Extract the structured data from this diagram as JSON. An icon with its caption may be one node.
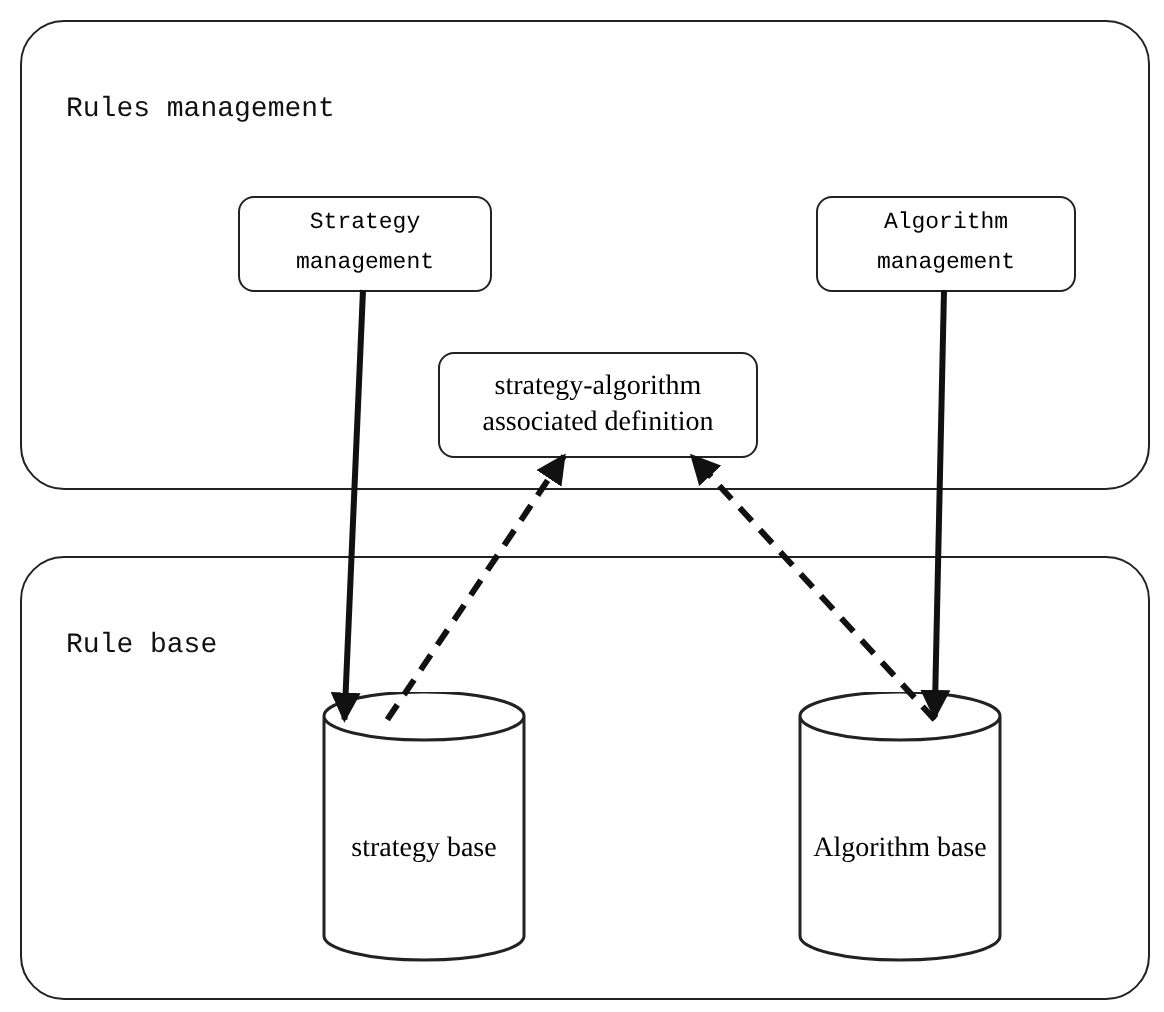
{
  "diagram": {
    "nodes": [
      {
        "text": [
          "Rules management"
        ]
      },
      {
        "text": [
          "Strategy management"
        ],
        "in": 0
      },
      {
        "text": [
          "Algorithm management"
        ],
        "in": 0
      },
      {
        "text": [
          "strategy-algorithm associated definition"
        ],
        "in": 0
      },
      {
        "text": [
          "Rule base"
        ]
      },
      {
        "text": [
          "strategy base"
        ],
        "in": 4
      },
      {
        "text": [
          "Algorithm base"
        ],
        "in": 4
      }
    ],
    "edges": [
      {
        "from": 1,
        "to": 5,
        "arrow": "to"
      },
      {
        "from": 2,
        "to": 6,
        "arrow": "to"
      },
      {
        "from": 5,
        "to": 3,
        "arrow": "to",
        "style": "dashed"
      },
      {
        "from": 6,
        "to": 3,
        "arrow": "to",
        "style": "dashed"
      }
    ]
  }
}
